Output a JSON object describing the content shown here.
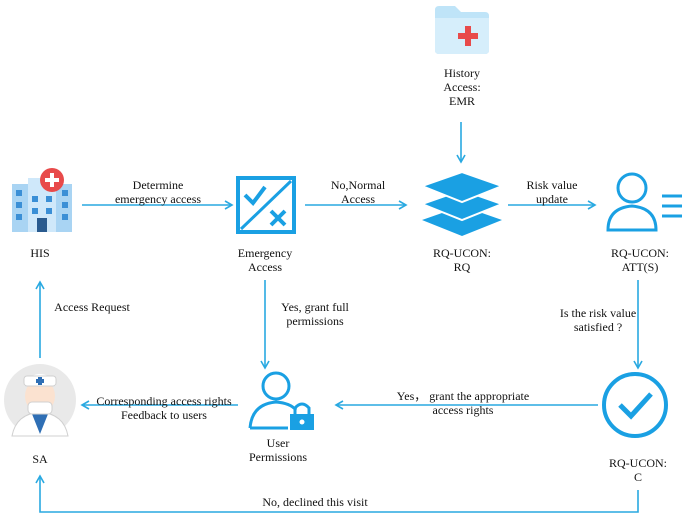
{
  "colors": {
    "arrow": "#29a9e1",
    "icon_blue": "#1aa0e3",
    "icon_light": "#bfe4f8",
    "red": "#e84a4a"
  },
  "nodes": {
    "history": {
      "label_lines": [
        "History",
        "Access:",
        "EMR"
      ],
      "icon": "medical-folder-icon"
    },
    "his": {
      "label_lines": [
        "HIS"
      ],
      "icon": "hospital-icon"
    },
    "emergency": {
      "label_lines": [
        "Emergency",
        "Access"
      ],
      "icon": "emergency-check-icon"
    },
    "rq": {
      "label_lines": [
        "RQ-UCON:",
        "RQ"
      ],
      "icon": "stacked-layers-icon"
    },
    "att": {
      "label_lines": [
        "RQ-UCON:",
        "ATT(S)"
      ],
      "icon": "user-attribute-icon"
    },
    "c": {
      "label_lines": [
        "RQ-UCON:",
        "C"
      ],
      "icon": "check-circle-icon"
    },
    "user_perm": {
      "label_lines": [
        "User",
        "Permissions"
      ],
      "icon": "user-lock-icon"
    },
    "sa": {
      "label_lines": [
        "SA"
      ],
      "icon": "doctor-avatar-icon"
    }
  },
  "edges": {
    "his_to_emergency": [
      "Determine",
      "emergency access"
    ],
    "emergency_to_rq": [
      "No,Normal",
      "Access"
    ],
    "rq_to_att": [
      "Risk value",
      "update"
    ],
    "att_to_c": [
      "Is the risk value",
      "satisfied ?"
    ],
    "c_to_user": [
      "Yes， grant the appropriate",
      "access rights"
    ],
    "emergency_to_user": [
      "Yes, grant full",
      "permissions"
    ],
    "user_to_sa": [
      "Corresponding access rights",
      "Feedback to users"
    ],
    "sa_to_his": [
      "Access Request"
    ],
    "c_to_sa": [
      "No, declined this visit"
    ]
  }
}
